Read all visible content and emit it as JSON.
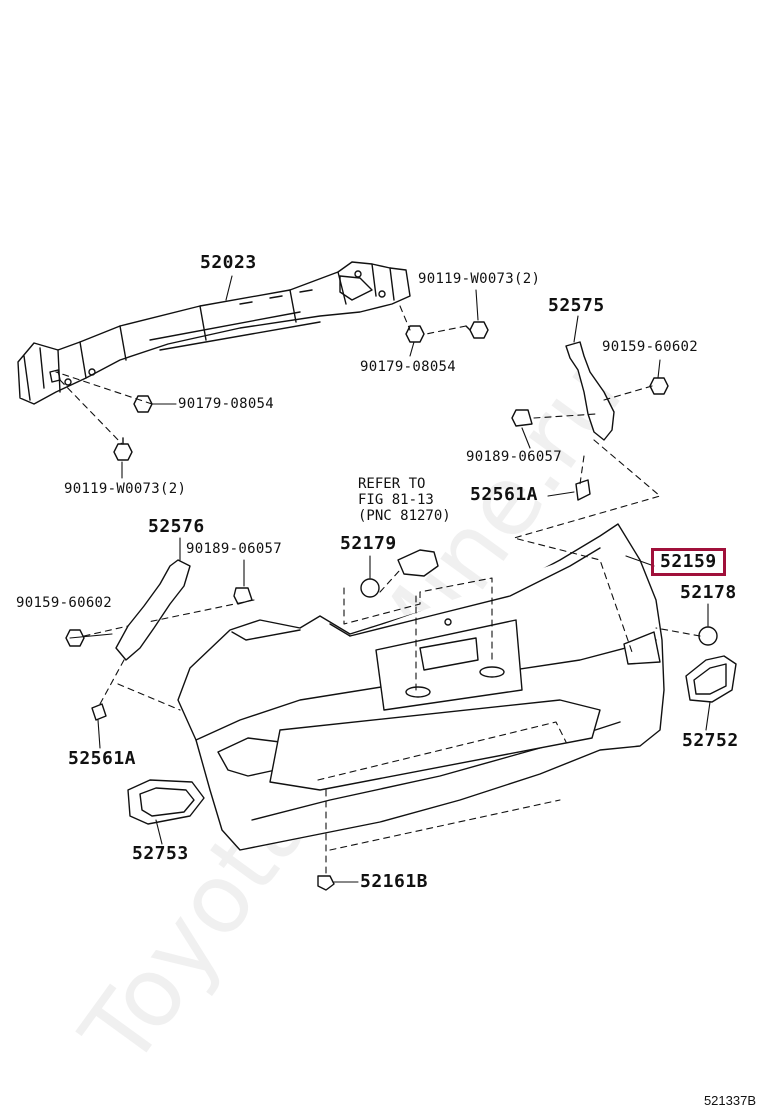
{
  "watermark": "ToyotaCarMine.ru",
  "figure_code": "521337B",
  "refer_note": {
    "line1": "REFER TO",
    "line2": "FIG 81-13",
    "line3": "(PNC 81270)"
  },
  "highlighted_part": "52159",
  "parts": {
    "p52023": "52023",
    "p90119_top": "90119-W0073(2)",
    "p90179_mid": "90179-08054",
    "p90179_left": "90179-08054",
    "p90119_left": "90119-W0073(2)",
    "p52575": "52575",
    "p90159_right": "90159-60602",
    "p90189_right": "90189-06057",
    "p52561A_right": "52561A",
    "p52576": "52576",
    "p90189_left": "90189-06057",
    "p52179": "52179",
    "p90159_left": "90159-60602",
    "p52178": "52178",
    "p52561A_left": "52561A",
    "p52752": "52752",
    "p52753": "52753",
    "p52161B": "52161B"
  }
}
